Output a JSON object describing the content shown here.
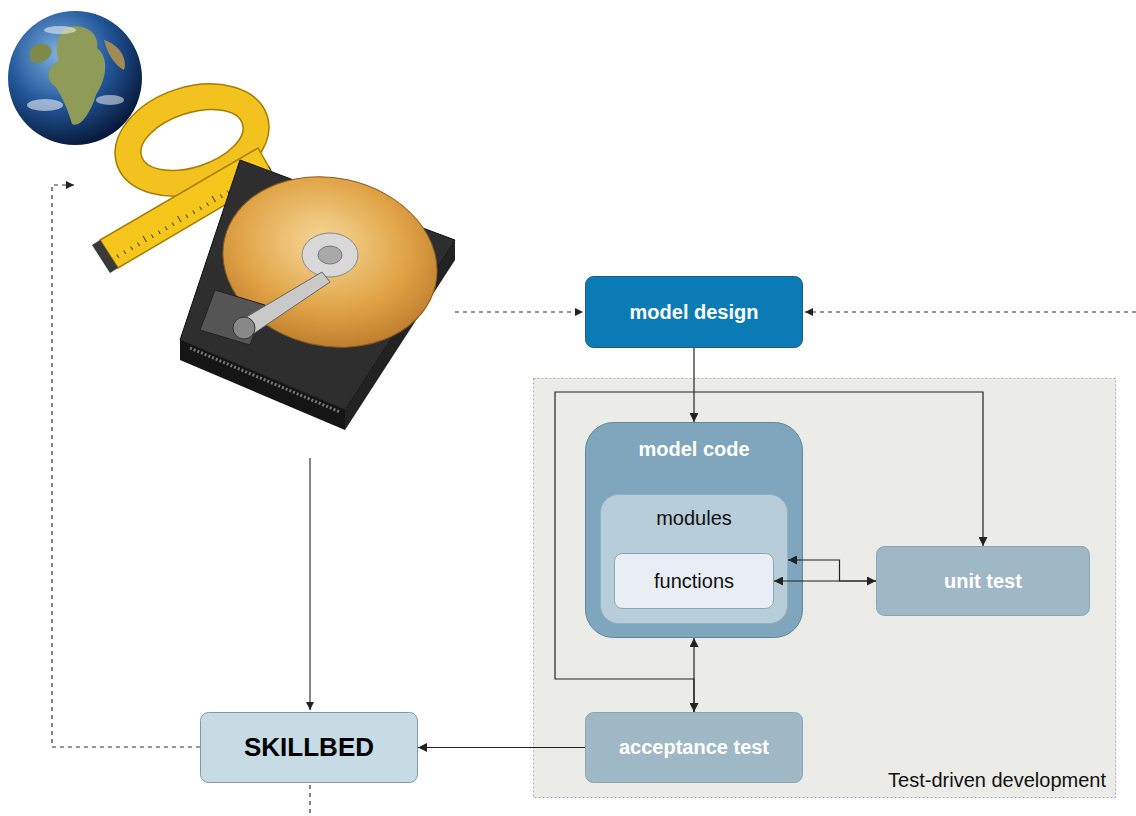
{
  "diagram": {
    "nodes": [
      {
        "text": [
          "model design"
        ]
      },
      {
        "text": [
          "Test-driven development"
        ]
      },
      {
        "text": [
          "model code"
        ],
        "in": 1
      },
      {
        "text": [
          "modules"
        ],
        "in": 2
      },
      {
        "text": [
          "functions"
        ],
        "in": 3
      },
      {
        "text": [
          "unit test"
        ],
        "in": 1
      },
      {
        "text": [
          "acceptance test"
        ],
        "in": 1
      },
      {
        "text": [
          "SKILLBED"
        ]
      }
    ],
    "edges": [
      {
        "from": 0,
        "to": 2,
        "arrow": "to"
      },
      {
        "from": 4,
        "to": 5,
        "arrow": "both"
      },
      {
        "from": 5,
        "to": 3,
        "arrow": "to"
      },
      {
        "from": 2,
        "to": 6,
        "arrow": "both"
      },
      {
        "from": 6,
        "to": 5,
        "arrow": "to"
      },
      {
        "from": 6,
        "to": 7,
        "arrow": "to"
      }
    ]
  }
}
